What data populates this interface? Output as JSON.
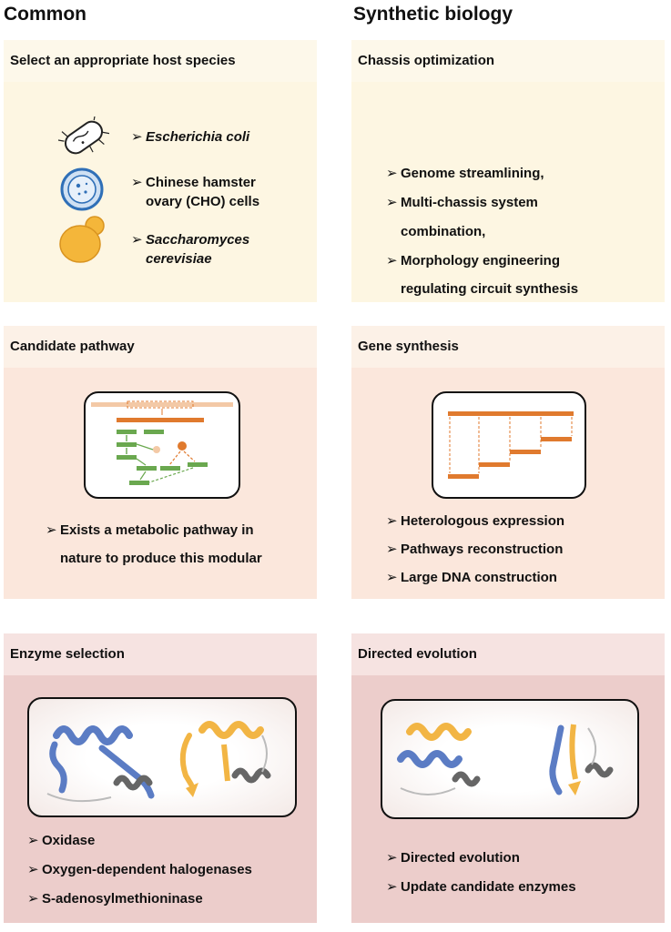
{
  "columns": {
    "left_title": "Common",
    "right_title": "Synthetic biology"
  },
  "panels": {
    "host": {
      "header": "Select an appropriate host species",
      "items": [
        {
          "arrow": "➢",
          "line1": "Escherichia coli",
          "line2": ""
        },
        {
          "arrow": "➢",
          "line1": "Chinese hamster",
          "line2": "ovary (CHO) cells"
        },
        {
          "arrow": "➢",
          "line1": "Saccharomyces",
          "line2": "cerevisiae"
        }
      ]
    },
    "chassis": {
      "header": "Chassis optimization",
      "items": [
        {
          "arrow": "➢",
          "line1": "Genome streamlining,",
          "line2": ""
        },
        {
          "arrow": "➢",
          "line1": "Multi-chassis system",
          "line2": "combination,"
        },
        {
          "arrow": "➢",
          "line1": "Morphology engineering",
          "line2": "regulating circuit synthesis"
        }
      ]
    },
    "pathway": {
      "header": "Candidate pathway",
      "items": [
        {
          "arrow": "➢",
          "line1": "Exists a metabolic pathway in",
          "line2": "nature to produce this modular"
        }
      ]
    },
    "gene": {
      "header": "Gene synthesis",
      "items": [
        {
          "arrow": "➢",
          "line1": "Heterologous expression"
        },
        {
          "arrow": "➢",
          "line1": "Pathways reconstruction"
        },
        {
          "arrow": "➢",
          "line1": "Large DNA construction"
        }
      ]
    },
    "enzyme": {
      "header": "Enzyme selection",
      "items": [
        {
          "arrow": "➢",
          "line1": "Oxidase"
        },
        {
          "arrow": "➢",
          "line1": "Oxygen-dependent halogenases"
        },
        {
          "arrow": "➢",
          "line1": "S-adenosylmethioninase"
        }
      ]
    },
    "evolution": {
      "header": "Directed evolution",
      "items": [
        {
          "arrow": "➢",
          "line1": "Directed evolution"
        },
        {
          "arrow": "➢",
          "line1": "Update candidate enzymes"
        }
      ]
    }
  },
  "icons": {
    "ecoli": "bacterium-icon",
    "cho": "cho-cell-icon",
    "yeast": "yeast-icon",
    "pathway": "metabolic-pathway-diagram",
    "gene": "gene-assembly-diagram",
    "protein": "protein-structure-illustration"
  },
  "colors": {
    "orange": "#e07a2e",
    "green": "#6aa84f",
    "blue_helix": "#5b7cc4",
    "yellow_helix": "#f2b544",
    "gray_helix": "#666666",
    "cho_blue": "#2f6fb7",
    "yeast_yellow": "#f4b63a"
  }
}
